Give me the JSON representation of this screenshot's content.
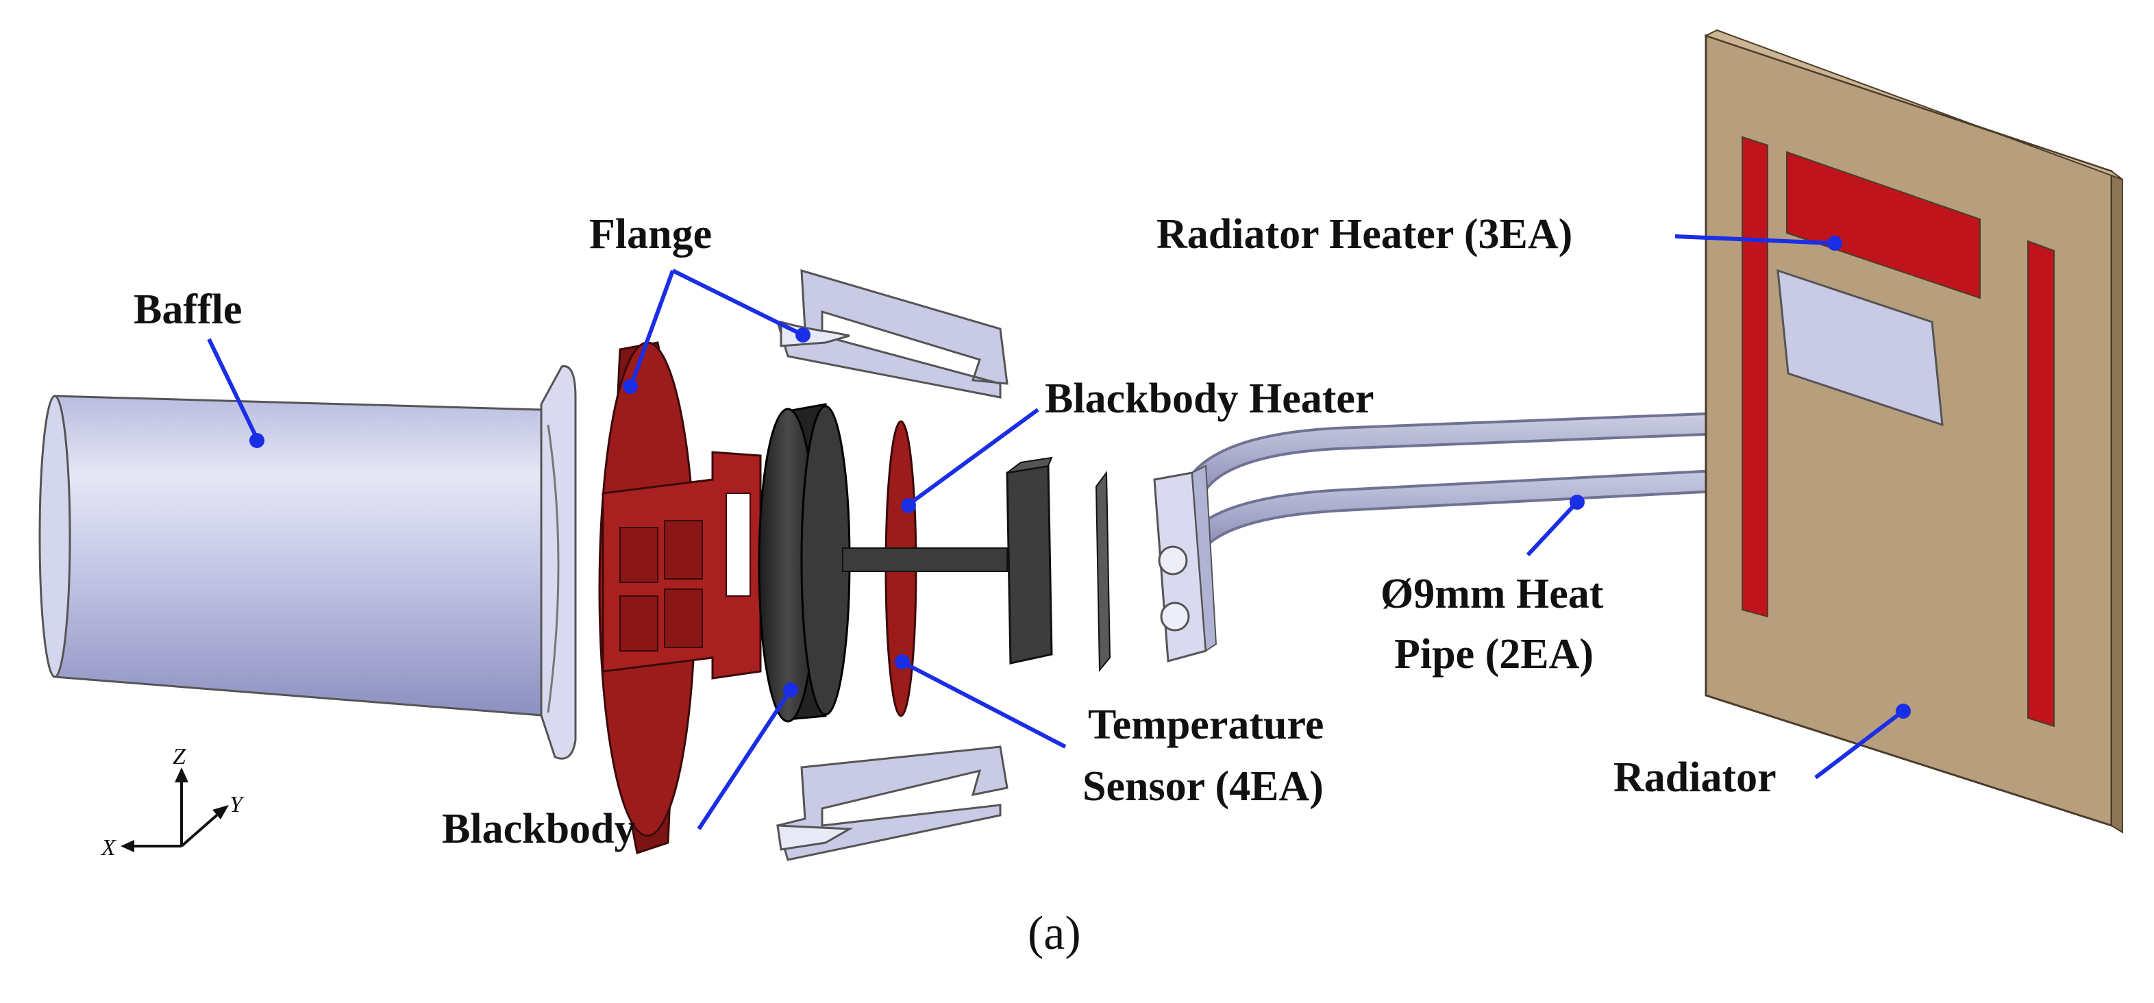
{
  "labels": {
    "baffle": "Baffle",
    "flange": "Flange",
    "blackbody_heater": "Blackbody Heater",
    "blackbody": "Blackbody",
    "temperature_sensor_line1": "Temperature",
    "temperature_sensor_line2": "Sensor (4EA)",
    "radiator_heater": "Radiator Heater (3EA)",
    "heat_pipe_line1": "Ø9mm Heat",
    "heat_pipe_line2": "Pipe (2EA)",
    "radiator": "Radiator"
  },
  "axes": {
    "z": "Z",
    "y": "Y",
    "x": "X"
  },
  "caption": "(a)",
  "colors": {
    "leader": "#1a2ee6",
    "red_part": "#9c1b1b",
    "heater_red": "#c0141c",
    "metal": "#c4c6e0",
    "radiator_panel": "#b79e7c",
    "blackbody": "#2f2f2f"
  }
}
